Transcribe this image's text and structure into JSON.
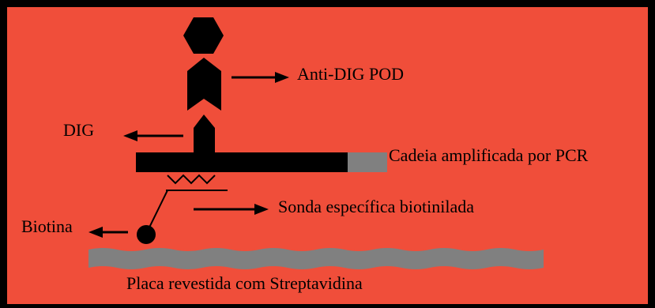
{
  "colors": {
    "background": "#F04E3A",
    "border": "#000000",
    "ink": "#000000",
    "pcr_segment": "#808080",
    "plate": "#808080"
  },
  "labels": {
    "anti_dig_pod": "Anti-DIG POD",
    "dig": "DIG",
    "pcr_chain": "Cadeia amplificada por PCR",
    "probe": "Sonda específica biotinilada",
    "biotin": "Biotina",
    "plate": "Placa revestida com Streptavidina"
  }
}
